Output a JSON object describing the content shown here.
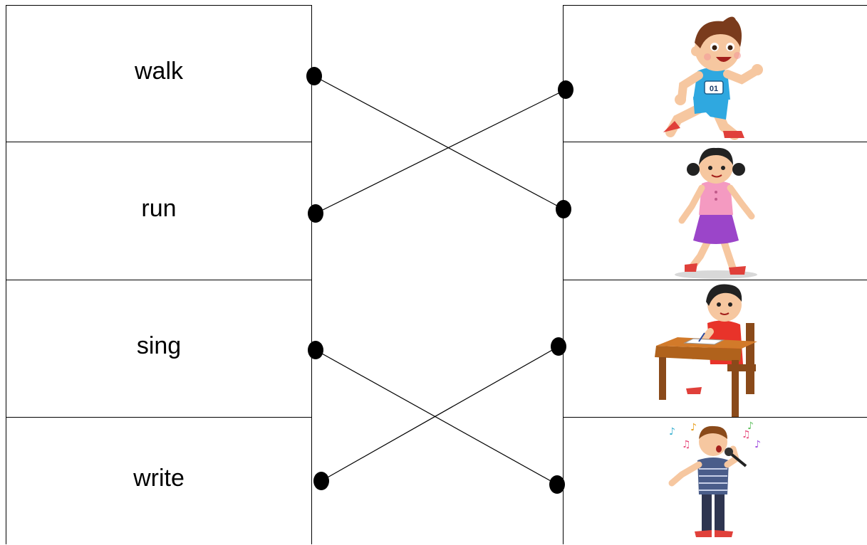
{
  "words": [
    {
      "id": "walk",
      "label": "walk"
    },
    {
      "id": "run",
      "label": "run"
    },
    {
      "id": "sing",
      "label": "sing"
    },
    {
      "id": "write",
      "label": "write"
    }
  ],
  "pictures": [
    {
      "icon": "running-boy-icon",
      "badge": "01"
    },
    {
      "icon": "walking-girl-icon"
    },
    {
      "icon": "writing-boy-icon"
    },
    {
      "icon": "singing-boy-icon"
    }
  ],
  "colors": {
    "skin": "#f6c7a0",
    "hair_brown": "#7a3b1c",
    "hair_black": "#222222",
    "shirt_blue": "#2fa8e0",
    "shirt_pink": "#f49ac1",
    "skirt_purple": "#9b45c9",
    "shirt_red": "#e8332a",
    "desk_brown": "#b0621c",
    "shirt_navy": "#4a5d8a",
    "pants_dark": "#2e3550",
    "shoe_red": "#e0403a"
  }
}
